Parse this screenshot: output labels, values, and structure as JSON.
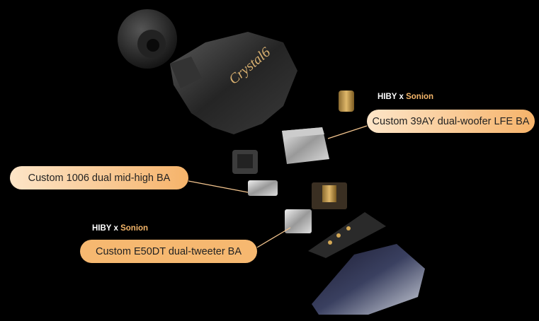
{
  "logo_text": "Crystal6",
  "labels": [
    {
      "brand_a": "HIBY",
      "brand_x": "x",
      "brand_b": "Sonion",
      "text": "Custom 39AY dual-woofer LFE BA"
    },
    {
      "text": "Custom 1006 dual mid-high BA"
    },
    {
      "brand_a": "HIBY",
      "brand_x": "x",
      "brand_b": "Sonion",
      "text": "Custom E50DT dual-tweeter BA"
    }
  ],
  "colors": {
    "pill_light": "#fde5c8",
    "pill_dark": "#f6b36a",
    "line": "#f3c48e",
    "brand_accent": "#f5b66a"
  }
}
